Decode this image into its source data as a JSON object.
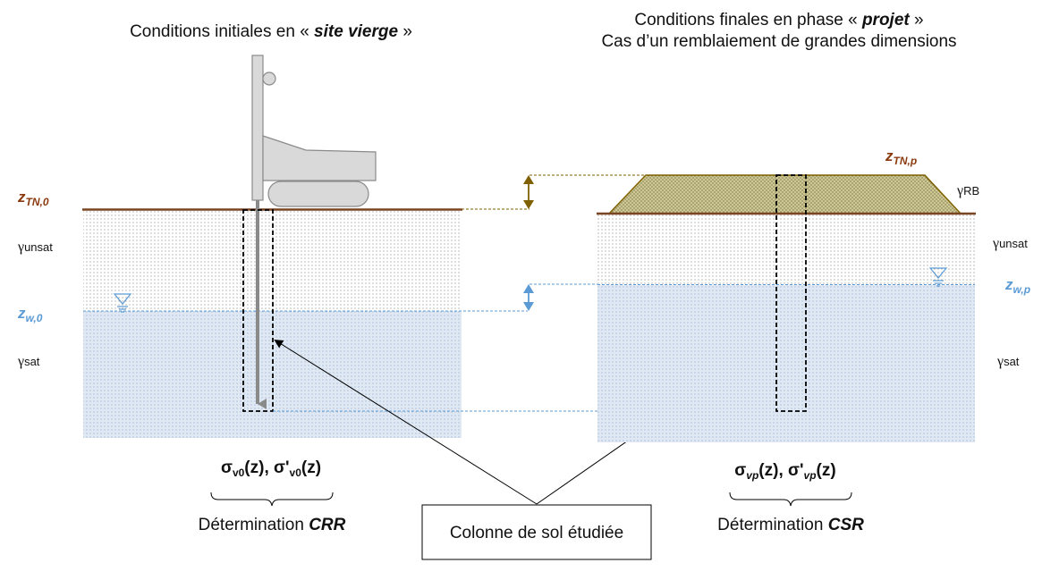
{
  "colors": {
    "ground_line": "#7a4520",
    "z_label_brown": "#8b3a0f",
    "z_label_blue": "#5b9bd5",
    "water_fill": "#dfe8f3",
    "fill_embankment": "#c9c28a",
    "gold_arrow": "#7f6000",
    "blue_arrow": "#5b9bd5",
    "rig_gray": "#d9d9d9"
  },
  "left": {
    "title_pre": "Conditions initiales en « ",
    "title_em": "site vierge",
    "title_post": " »",
    "z_tn": "z",
    "z_tn_sub": "TN,0",
    "z_w": "z",
    "z_w_sub": "w,0",
    "gamma_unsat": "unsat",
    "gamma_sat": "sat",
    "gamma_symbol": "γ",
    "sigma_a": "σ",
    "sigma_a_sub": "v0",
    "sigma_a_arg": "(z), ",
    "sigma_b": "σ'",
    "sigma_b_sub": "v0",
    "sigma_b_arg": "(z)",
    "determination_pre": "Détermination ",
    "determination_em": "CRR"
  },
  "right": {
    "title_line1_pre": "Conditions finales en phase « ",
    "title_line1_em": "projet",
    "title_line1_post": " »",
    "title_line2": "Cas d’un remblaiement de grandes dimensions",
    "z_tn": "z",
    "z_tn_sub": "TN,p",
    "z_w": "z",
    "z_w_sub": "w,p",
    "gamma_rb": "RB",
    "gamma_unsat": "unsat",
    "gamma_sat": "sat",
    "gamma_symbol": "γ",
    "sigma_a": "σ",
    "sigma_a_sub": "vp",
    "sigma_a_arg": "(z), ",
    "sigma_b": "σ'",
    "sigma_b_sub": "vp",
    "sigma_b_arg": "(z)",
    "determination_pre": "Détermination ",
    "determination_em": "CSR"
  },
  "center_box_label": "Colonne de sol étudiée"
}
